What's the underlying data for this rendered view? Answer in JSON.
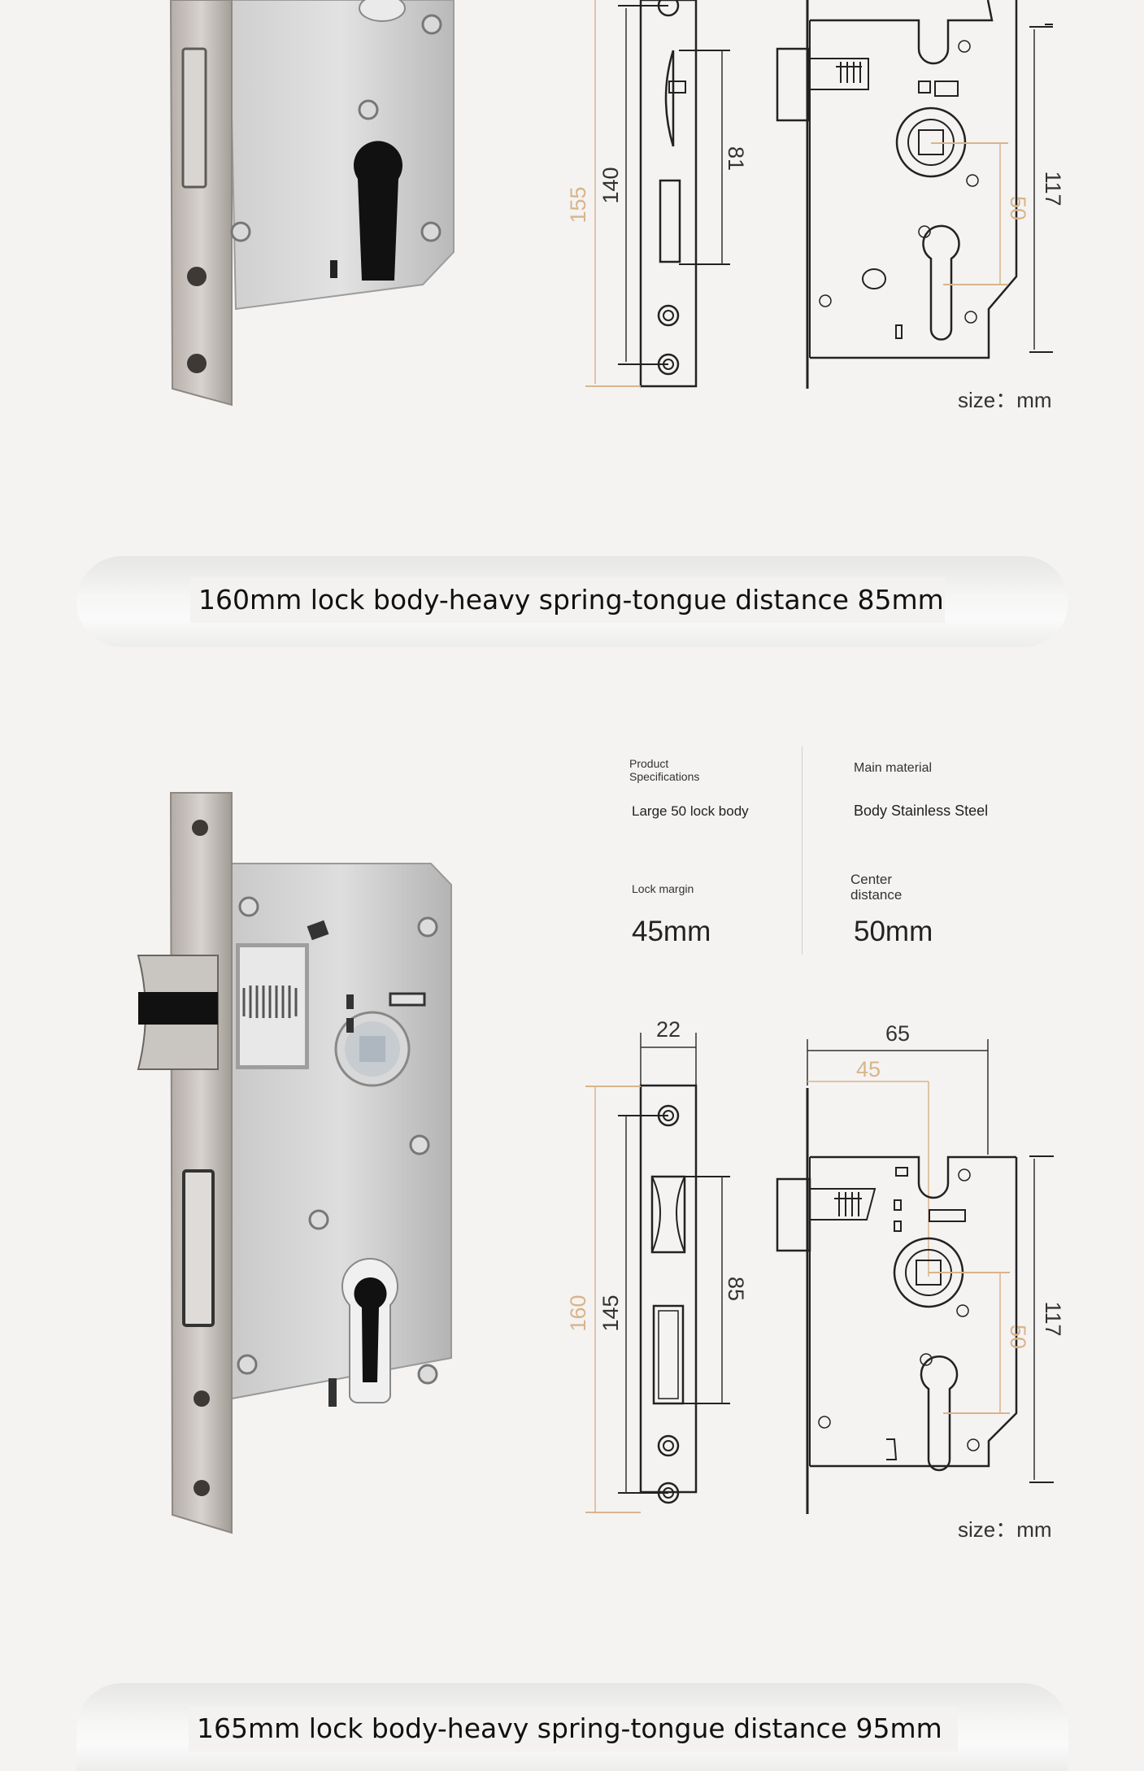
{
  "section1": {
    "dimensions": {
      "total": "155",
      "mid": "140",
      "right": "81",
      "body_height": "117",
      "center": "50"
    },
    "size_note": "size：mm",
    "banner": "160mm lock body-heavy spring-tongue distance 85mm"
  },
  "section2": {
    "specs": {
      "product_label": "Product\nSpecifications",
      "product_value": "Large 50 lock body",
      "material_label": "Main material",
      "material_value": "Body Stainless Steel",
      "margin_label": "Lock margin",
      "margin_value": "45mm",
      "center_label": "Center\ndistance",
      "center_value": "50mm"
    },
    "dimensions": {
      "faceplate_width": "22",
      "body_width": "65",
      "backset": "45",
      "total": "160",
      "mid": "145",
      "right": "85",
      "body_height": "117",
      "center": "50"
    },
    "size_note": "size：mm",
    "banner": "165mm lock body-heavy spring-tongue distance 95mm"
  },
  "colors": {
    "background": "#f4f3f2",
    "dimension_accent": "#d9b48a",
    "steel": "#b8b8b8"
  }
}
